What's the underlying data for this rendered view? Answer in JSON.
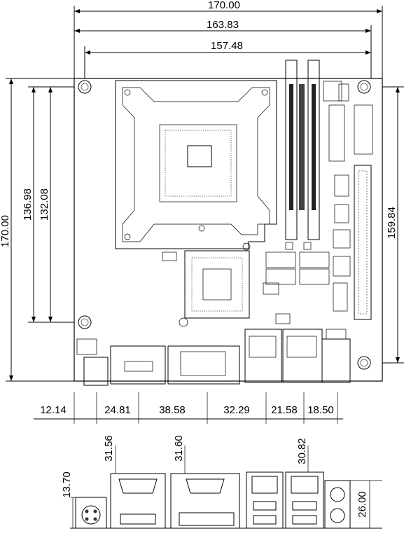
{
  "top_dimensions": {
    "overall_width": "170.00",
    "hole_span_outer": "163.83",
    "hole_span_inner": "157.48"
  },
  "side_dimensions": {
    "overall_height": "170.00",
    "left_hole_span_a": "136.98",
    "left_hole_span_b": "132.08",
    "right_hole_span": "159.84"
  },
  "io_offsets": [
    "12.14",
    "24.81",
    "38.58",
    "32.29",
    "21.58",
    "18.50"
  ],
  "io_heights": {
    "power_jack": "13.70",
    "com_hdmi": "31.56",
    "vga_dvi": "31.60",
    "lan_usb": "30.82",
    "audio": "26.00"
  }
}
